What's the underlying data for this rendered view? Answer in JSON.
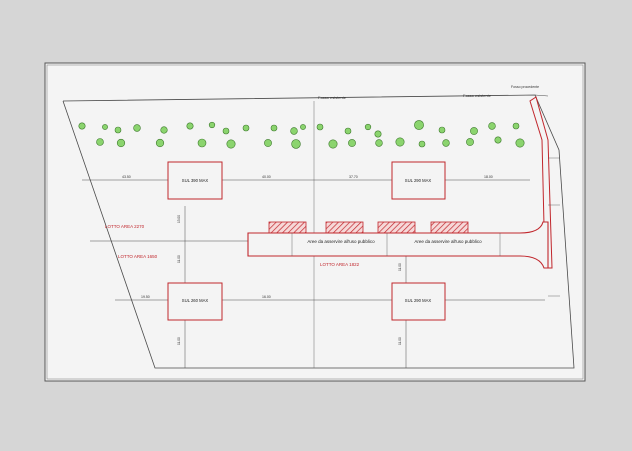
{
  "plan": {
    "labels": {
      "fosso_left": "Fosso esistente",
      "fosso_right": "Fosso esistente",
      "fosso_corner": "Fosso procedente",
      "lotto_2270": "LOTTO AREA 2270",
      "lotto_1650": "LOTTO AREA 1650",
      "lotto_1822": "LOTTO AREA 1822",
      "road_left": "Aree da asservire all'uso pubblico",
      "road_right": "Aree da asservire all'uso pubblico"
    },
    "buildings": [
      {
        "label": "SUL 390 MAX"
      },
      {
        "label": "SUL 290 MAX"
      },
      {
        "label": "SUL 260 MAX"
      },
      {
        "label": "SUL 290 MAX"
      }
    ],
    "dimensions": {
      "top_row": [
        "43.50",
        "40.00",
        "37.70",
        "18.00"
      ],
      "bottom_row": [
        "19.50",
        "16.00"
      ],
      "vertical": [
        "13.00",
        "11.00",
        "11.00",
        "11.00",
        "11.00"
      ]
    },
    "colors": {
      "background": "#d6d6d6",
      "sheet": "#f4f4f4",
      "line": "#4a4a4a",
      "red": "#c1272d",
      "tree_fill": "#8bd46e",
      "tree_stroke": "#3d7a2c"
    }
  }
}
